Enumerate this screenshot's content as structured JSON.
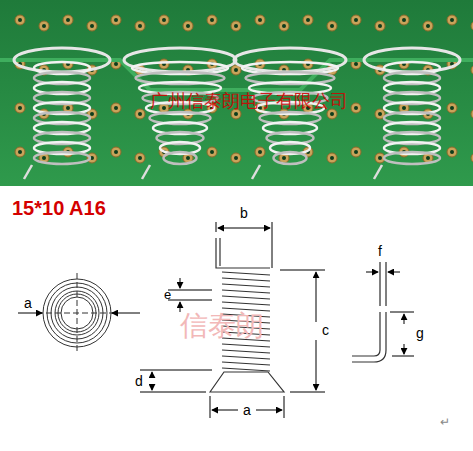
{
  "diagram": {
    "labels": [
      "广州信泰朗电子有限公司",
      "15*10  A16",
      "a",
      "b",
      "c",
      "d",
      "e",
      "a",
      "f",
      "g",
      "信泰朗",
      "↵"
    ]
  }
}
